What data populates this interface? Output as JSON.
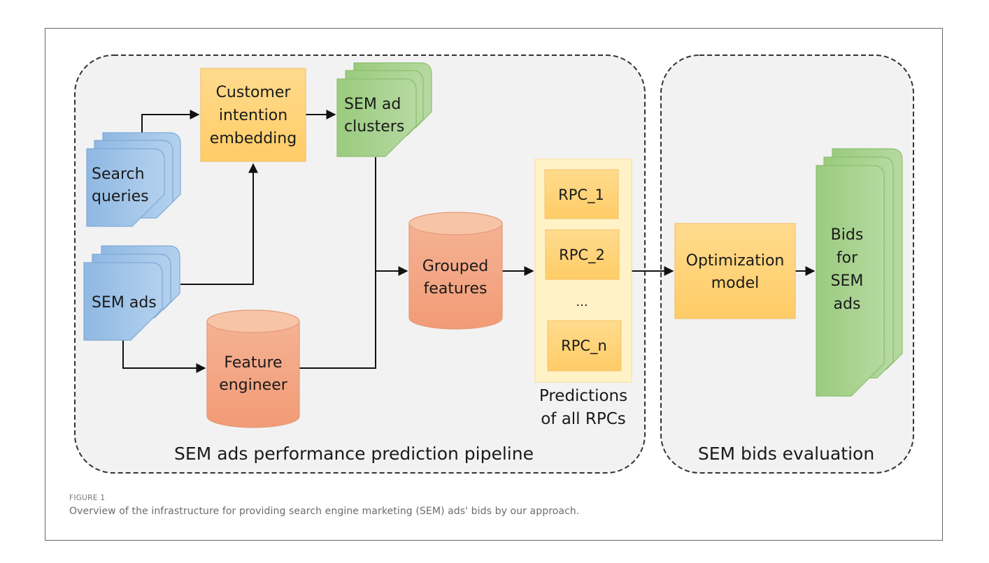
{
  "figure": {
    "label": "FIGURE 1",
    "caption": "Overview of the infrastructure for providing search engine marketing (SEM) ads' bids by our approach."
  },
  "groups": {
    "pipeline": {
      "label": "SEM ads performance prediction pipeline"
    },
    "evaluation": {
      "label": "SEM bids evaluation"
    }
  },
  "nodes": {
    "search_queries": {
      "lines": [
        "Search",
        "queries"
      ]
    },
    "sem_ads": {
      "lines": [
        "SEM ads"
      ]
    },
    "customer_intention": {
      "lines": [
        "Customer",
        "intention",
        "embedding"
      ]
    },
    "sem_ad_clusters": {
      "lines": [
        "SEM ad",
        "clusters"
      ]
    },
    "feature_engineer": {
      "lines": [
        "Feature",
        "engineer"
      ]
    },
    "grouped_features": {
      "lines": [
        "Grouped",
        "features"
      ]
    },
    "rpc_1": {
      "label": "RPC_1"
    },
    "rpc_2": {
      "label": "RPC_2"
    },
    "rpc_ellipsis": {
      "label": "..."
    },
    "rpc_n": {
      "label": "RPC_n"
    },
    "predictions": {
      "lines": [
        "Predictions",
        "of all RPCs"
      ]
    },
    "optimization_model": {
      "lines": [
        "Optimization",
        "model"
      ]
    },
    "bids_for_sem_ads": {
      "lines": [
        "Bids",
        "for",
        "SEM",
        "ads"
      ]
    }
  },
  "colors": {
    "blue_fill": "#9DC3E6",
    "blue_stroke": "#7FA9D6",
    "green_fill": "#A9D18E",
    "green_stroke": "#8CBF6E",
    "orange_fill": "#FFD580",
    "orange_stroke": "#F4C16A",
    "salmon_fill": "#F4A582",
    "salmon_top": "#F8C4A8",
    "salmon_stroke": "#E39A78",
    "yellow_container": "#FFF2C6",
    "group_bg": "#F2F2F2"
  }
}
